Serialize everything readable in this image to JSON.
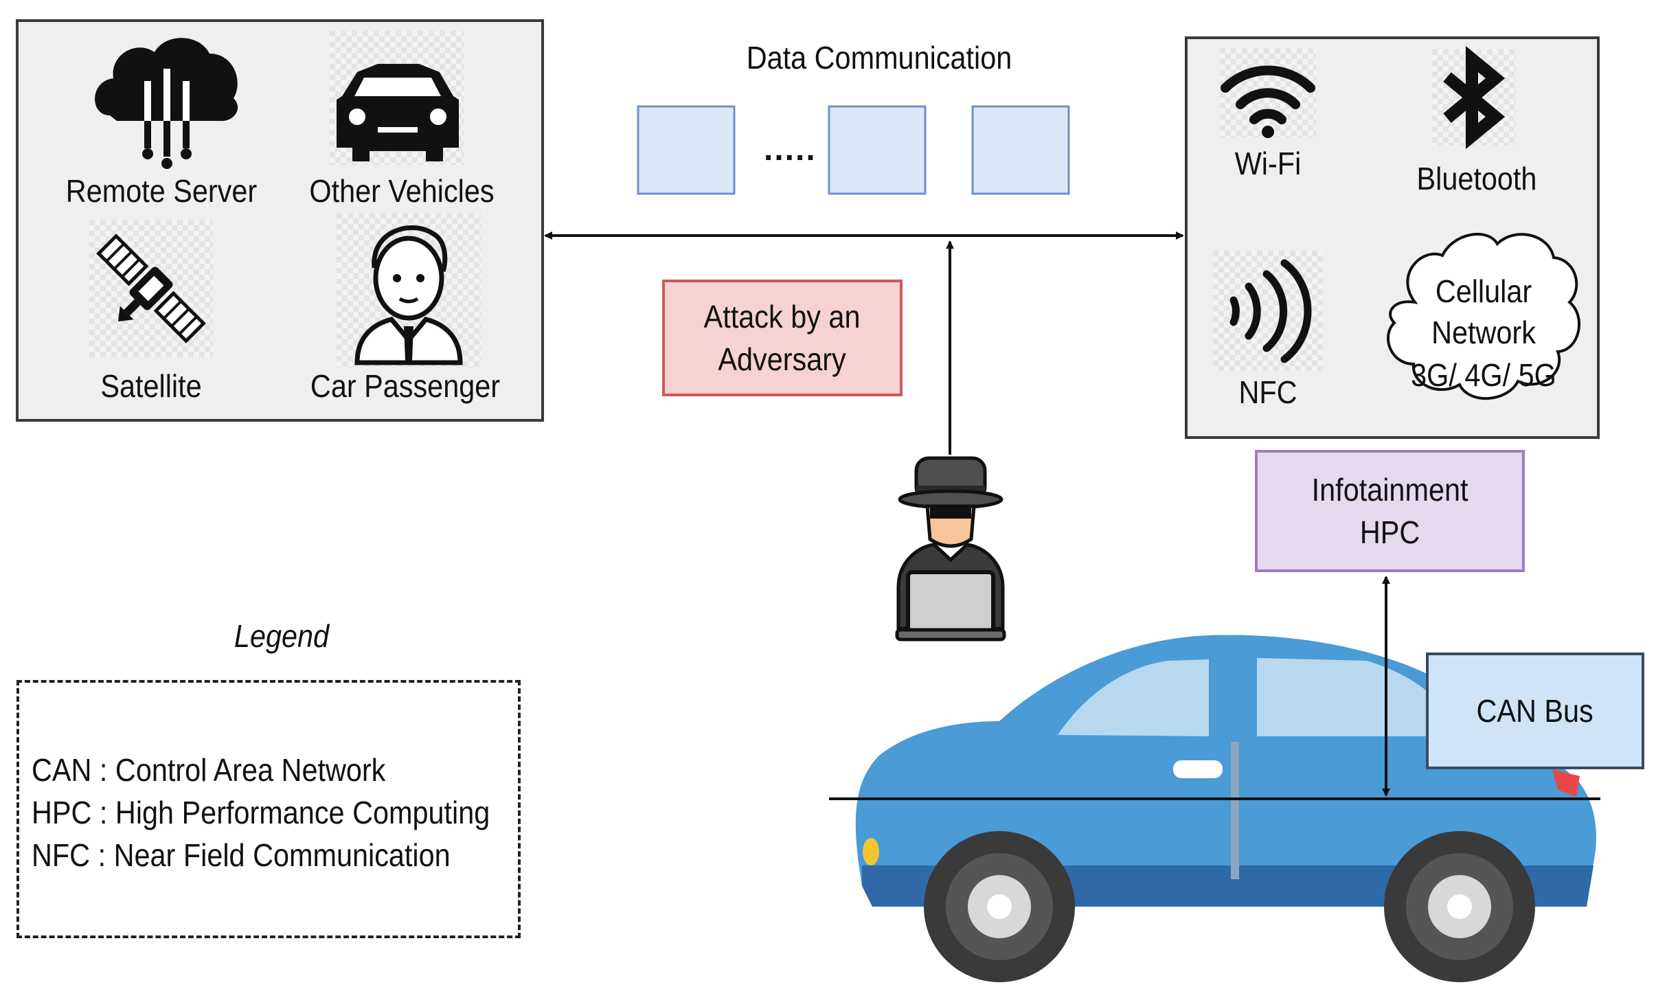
{
  "title": "Data Communication",
  "left_panel": {
    "items": [
      {
        "label": "Remote Server",
        "icon": "cloud-server-icon"
      },
      {
        "label": "Other Vehicles",
        "icon": "car-icon"
      },
      {
        "label": "Satellite",
        "icon": "satellite-icon"
      },
      {
        "label": "Car Passenger",
        "icon": "passenger-icon"
      }
    ]
  },
  "packets": {
    "ellipsis": "....."
  },
  "attack": {
    "line1": "Attack by an",
    "line2": "Adversary"
  },
  "right_panel": {
    "wifi": "Wi-Fi",
    "bluetooth": "Bluetooth",
    "nfc": "NFC",
    "cellular": {
      "line1": "Cellular",
      "line2": "Network",
      "line3": "3G/ 4G/ 5G"
    }
  },
  "hpc": {
    "line1": "Infotainment",
    "line2": "HPC"
  },
  "can_bus": "CAN Bus",
  "legend": {
    "title": "Legend",
    "lines": [
      "CAN : Control Area Network",
      "HPC : High Performance Computing",
      "NFC : Near Field Communication"
    ]
  },
  "colors": {
    "panel_fill": "#efeff1",
    "packet_fill": "#dbe8f7",
    "attack_fill": "#f7d2d2",
    "hpc_fill": "#e5d9ee",
    "can_fill": "#cfe4f8",
    "car_body": "#4a9bd6"
  }
}
